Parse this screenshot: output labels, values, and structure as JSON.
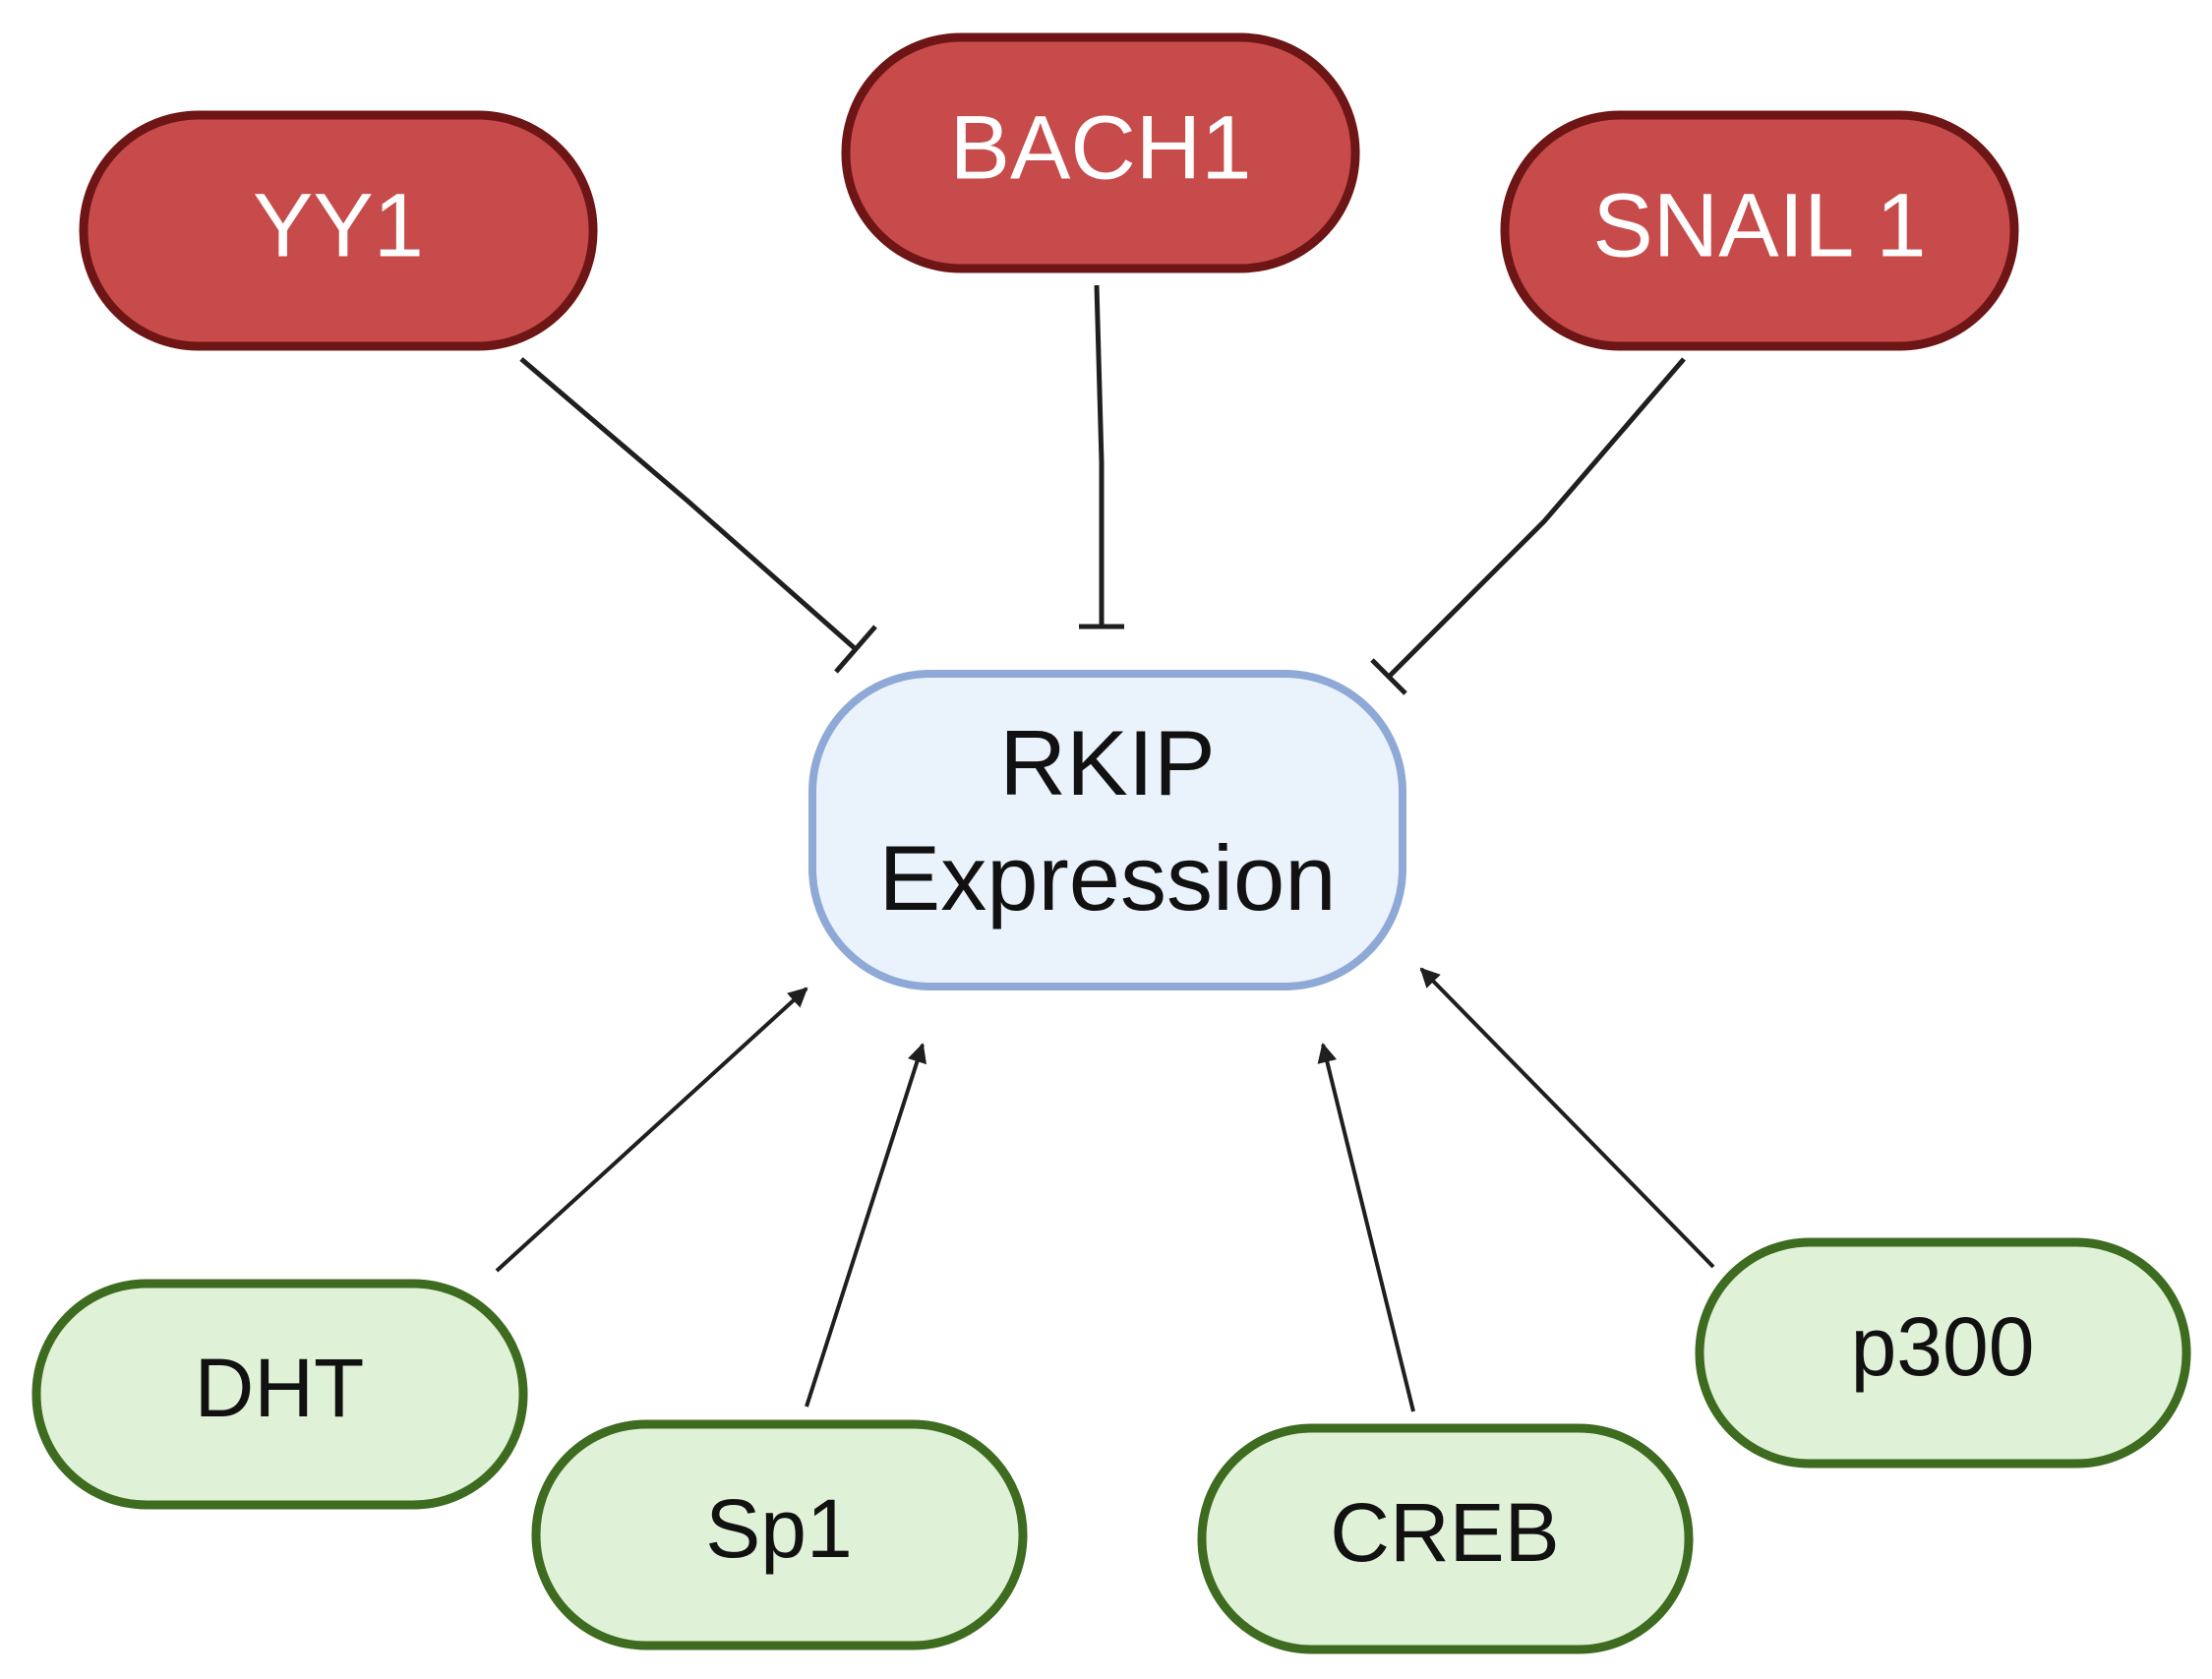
{
  "colors": {
    "inhibitor_fill": "#c84b4b",
    "inhibitor_stroke": "#6e1515",
    "inhibitor_text": "#ffffff",
    "activator_fill": "#dff1d6",
    "activator_stroke": "#3d6b1f",
    "activator_text": "#111111",
    "center_fill": "#eaf2fc",
    "center_stroke": "#8fa9d6",
    "line": "#1f1f1f"
  },
  "center": {
    "line1": "RKIP",
    "line2": "Expression"
  },
  "inhibitors": [
    {
      "label": "YY1"
    },
    {
      "label": "BACH1"
    },
    {
      "label": "SNAIL 1"
    }
  ],
  "activators": [
    {
      "label": "DHT"
    },
    {
      "label": "Sp1"
    },
    {
      "label": "CREB"
    },
    {
      "label": "p300"
    }
  ]
}
